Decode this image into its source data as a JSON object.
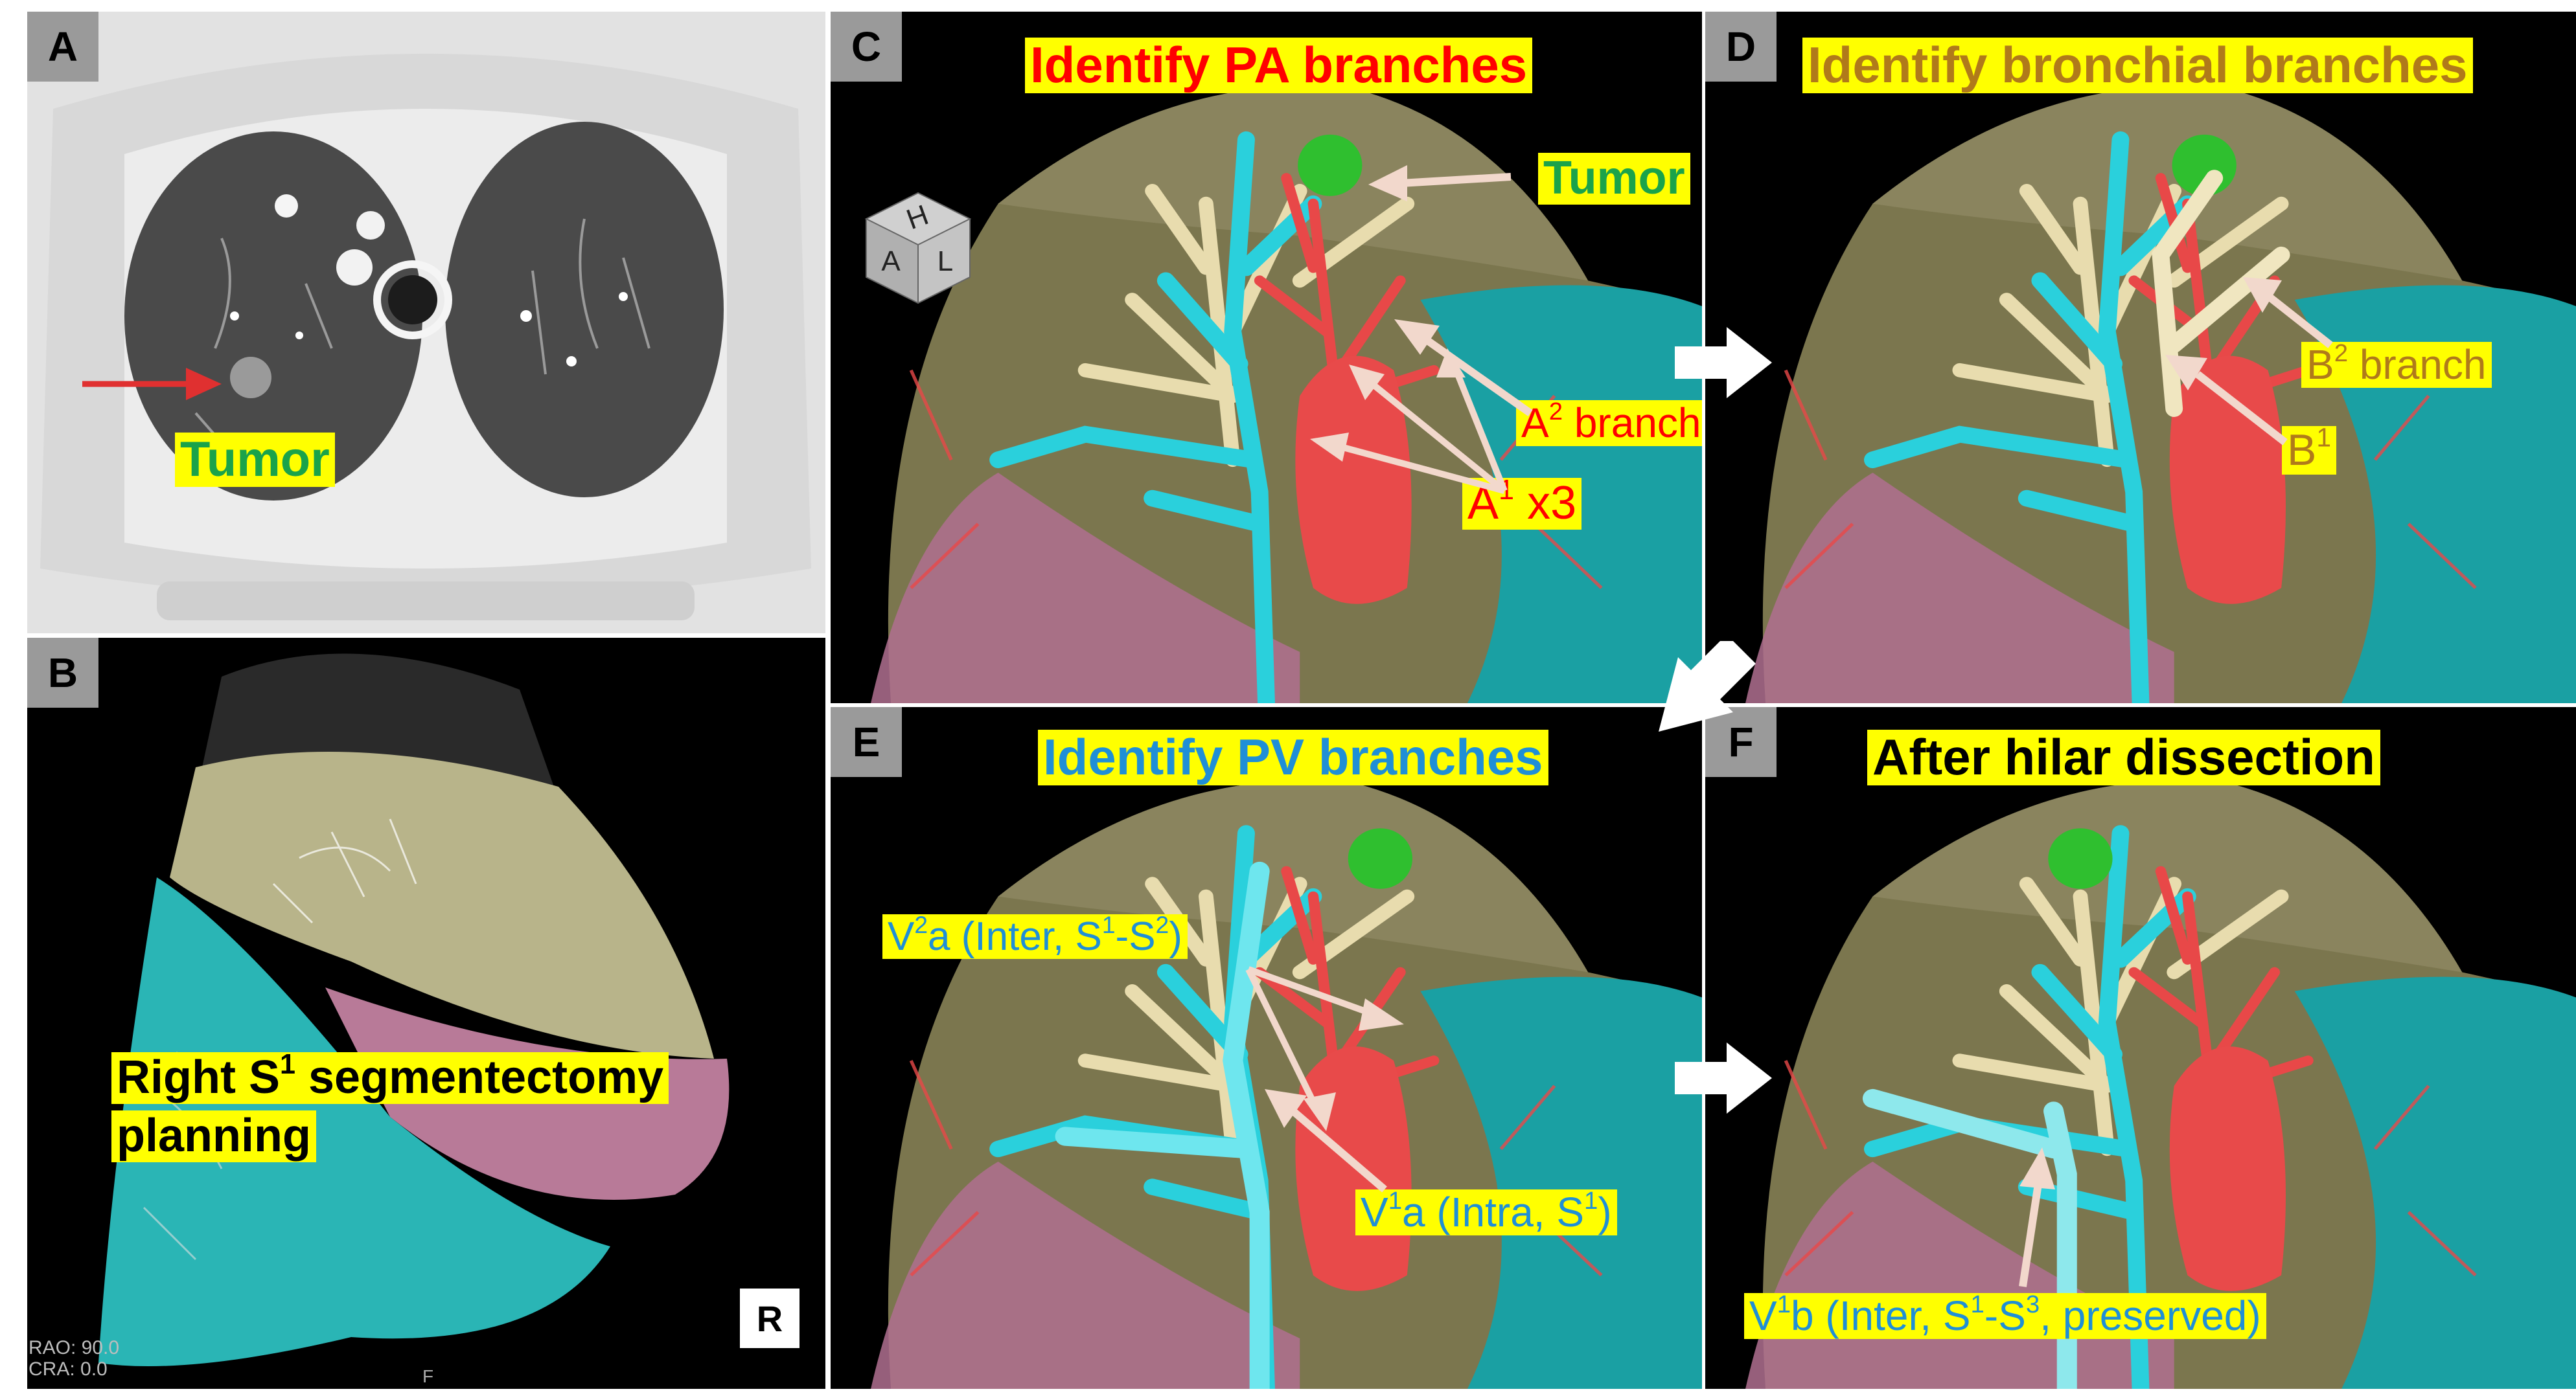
{
  "panels": {
    "a": {
      "letter": "A",
      "tumor_label": "Tumor"
    },
    "b": {
      "letter": "B",
      "title_line1": "Right S",
      "title_sup": "1",
      "title_line1_rest": " segmentectomy",
      "title_line2": "planning",
      "orientation": "R",
      "info_line1": "RAO: 90.0",
      "info_line2": "CRA: 0.0",
      "side_mark": "F"
    },
    "c": {
      "letter": "C",
      "title": "Identify PA branches",
      "tumor_label": "Tumor",
      "a2_prefix": "A",
      "a2_sup": "2",
      "a2_suffix": " branch",
      "a1_prefix": "A",
      "a1_sup": "1",
      "a1_suffix": " x3",
      "cube_h": "H",
      "cube_a": "A",
      "cube_l": "L"
    },
    "d": {
      "letter": "D",
      "title": "Identify bronchial branches",
      "b2_prefix": "B",
      "b2_sup": "2",
      "b2_suffix": " branch",
      "b1_prefix": "B",
      "b1_sup": "1"
    },
    "e": {
      "letter": "E",
      "title": "Identify PV branches",
      "v2a_prefix": "V",
      "v2a_sup": "2",
      "v2a_mid": "a (Inter, S",
      "v2a_sup2": "1",
      "v2a_mid2": "-S",
      "v2a_sup3": "2",
      "v2a_end": ")",
      "v1a_prefix": "V",
      "v1a_sup": "1",
      "v1a_mid": "a (Intra, S",
      "v1a_sup2": "1",
      "v1a_end": ")"
    },
    "f": {
      "letter": "F",
      "title": "After hilar dissection",
      "v1b_prefix": "V",
      "v1b_sup": "1",
      "v1b_mid": "b (Inter, S",
      "v1b_sup2": "1",
      "v1b_mid2": "-S",
      "v1b_sup3": "3",
      "v1b_end": ", preserved)"
    }
  },
  "colors": {
    "highlight": "#ffff00",
    "artery": "#e8383c",
    "vein": "#26c6d4",
    "bronchus": "#e8dcae",
    "upper_lobe": "#8a8455",
    "middle_lobe": "#b0708a",
    "lower_lobe": "#20a8a8",
    "tumor": "#2ea82e",
    "white_arrow": "#ffffff",
    "pointer_arrow": "#f2d8cc"
  }
}
